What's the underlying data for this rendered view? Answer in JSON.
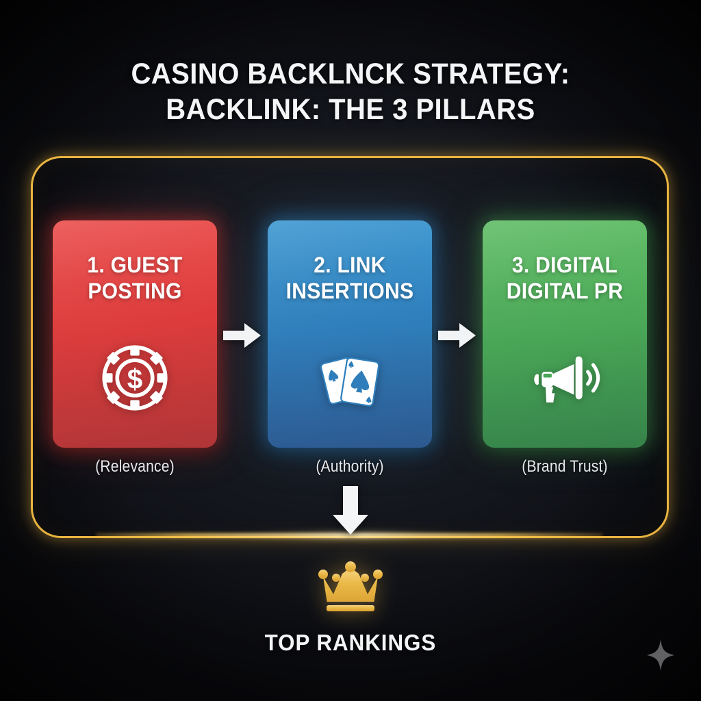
{
  "poster": {
    "title_line_1": "CASINO BACKLNCK STRATEGY:",
    "title_line_2": "BACKLINK: THE 3 PILLARS",
    "background_color": "#0a0a0e",
    "frame_color": "#e9b440"
  },
  "pillars": [
    {
      "title": "1. GUEST POSTING",
      "caption": "(Relevance)",
      "icon": "casino-chip-dollar-icon",
      "color": "#dd3c3c"
    },
    {
      "title": "2. LINK INSERTIONS",
      "caption": "(Authority)",
      "icon": "playing-cards-spade-icon",
      "color": "#2f7ebb"
    },
    {
      "title": "3. DIGITAL DIGITAL PR",
      "caption": "(Brand Trust)",
      "icon": "megaphone-icon",
      "color": "#4aa857"
    }
  ],
  "flow": {
    "arrow_1": "arrow-right-icon",
    "arrow_2": "arrow-right-icon",
    "arrow_down": "arrow-down-icon"
  },
  "outcome": {
    "icon": "crown-icon",
    "label": "TOP RANKINGS",
    "color": "#e9b440"
  },
  "watermark": {
    "icon": "sparkle-star-icon",
    "color": "#9a9a9e"
  }
}
